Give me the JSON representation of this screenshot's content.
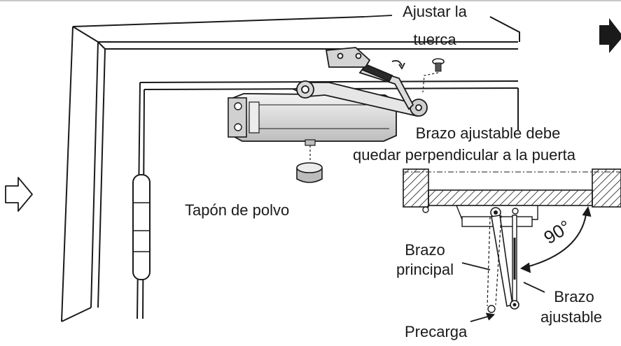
{
  "labels": {
    "adjust_nut_line1": "Ajustar la",
    "adjust_nut_line2": "tuerca",
    "dust_cap": "Tapón de polvo",
    "adjustable_arm_note_line1": "Brazo ajustable debe",
    "adjustable_arm_note_line2": "quedar perpendicular a la puerta",
    "main_arm_line1": "Brazo",
    "main_arm_line2": "principal",
    "adjustable_arm_line1": "Brazo",
    "adjustable_arm_line2": "ajustable",
    "preload": "Precarga",
    "angle": "90°"
  },
  "icons": {
    "left_arrow": "outline-right-arrow-icon",
    "right_arrow": "filled-right-arrow-icon"
  },
  "colors": {
    "line": "#1a1a1a",
    "closer_body": "#e2e2e2",
    "hatch": "#1a1a1a",
    "background": "#ffffff"
  }
}
